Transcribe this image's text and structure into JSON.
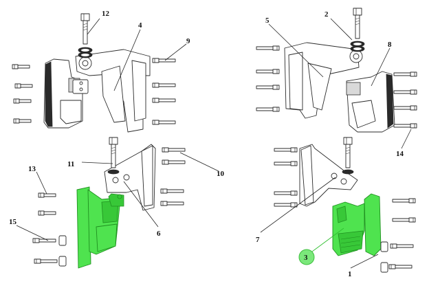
{
  "callouts": {
    "c1": "1",
    "c2": "2",
    "c3": "3",
    "c4": "4",
    "c5": "5",
    "c6": "6",
    "c7": "7",
    "c8": "8",
    "c9": "9",
    "c10": "10",
    "c11": "11",
    "c12": "12",
    "c13": "13",
    "c14": "14",
    "c15": "15"
  },
  "colors": {
    "highlight_part": "#4fe34f",
    "highlight_badge": "#7be87b",
    "line": "#2a2a2a"
  },
  "highlighted_callout": "3"
}
